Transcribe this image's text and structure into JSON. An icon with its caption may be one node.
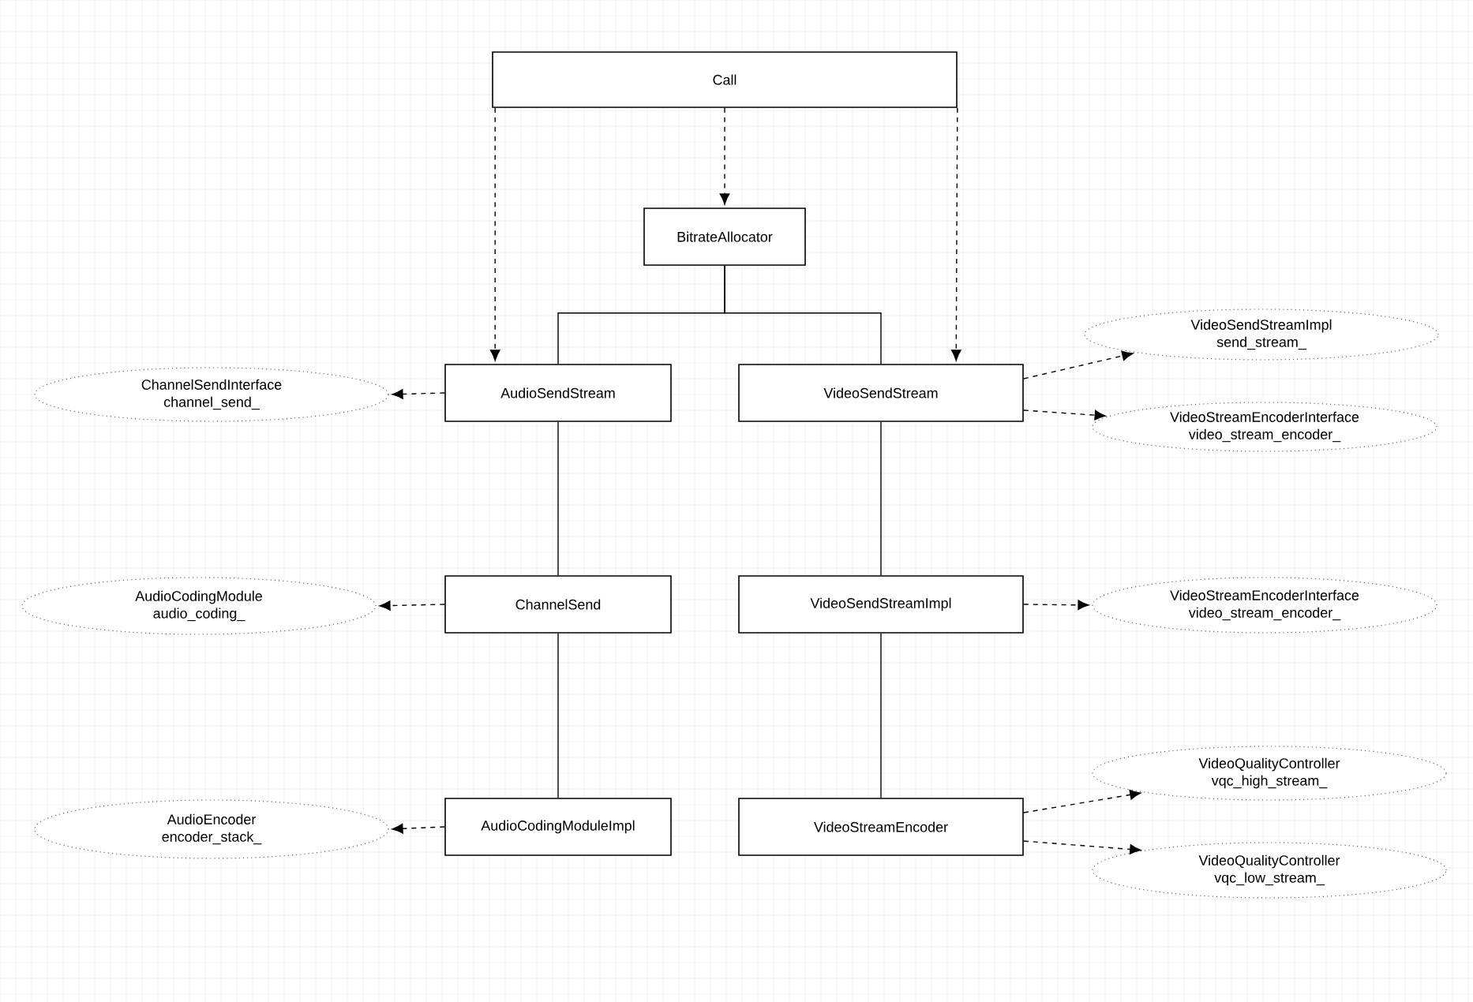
{
  "diagram": {
    "nodes": [
      {
        "text": [
          "Call"
        ]
      },
      {
        "text": [
          "BitrateAllocator"
        ]
      },
      {
        "text": [
          "VideoSendStreamImpl",
          "send_stream_"
        ]
      },
      {
        "text": [
          "ChannelSendInterface",
          "channel_send_"
        ]
      },
      {
        "text": [
          "AudioSendStream"
        ]
      },
      {
        "text": [
          "VideoSendStream"
        ]
      },
      {
        "text": [
          "VideoStreamEncoderInterface",
          "video_stream_encoder_"
        ]
      },
      {
        "text": [
          "AudioCodingModule",
          "audio_coding_"
        ]
      },
      {
        "text": [
          "ChannelSend"
        ]
      },
      {
        "text": [
          "VideoSendStreamImpl"
        ]
      },
      {
        "text": [
          "VideoStreamEncoderInterface",
          "video_stream_encoder_"
        ]
      },
      {
        "text": [
          "VideoQualityController",
          "vqc_high_stream_"
        ]
      },
      {
        "text": [
          "AudioEncoder",
          "encoder_stack_"
        ]
      },
      {
        "text": [
          "AudioCodingModuleImpl"
        ]
      },
      {
        "text": [
          "VideoStreamEncoder"
        ]
      },
      {
        "text": [
          "VideoQualityController",
          "vqc_low_stream_"
        ]
      }
    ],
    "edges": [
      {
        "from": 0,
        "to": 4,
        "arrow": "to",
        "style": "dashed"
      },
      {
        "from": 0,
        "to": 1,
        "arrow": "to",
        "style": "dashed"
      },
      {
        "from": 0,
        "to": 5,
        "arrow": "to",
        "style": "dashed"
      },
      {
        "from": 1,
        "to": 4,
        "arrow": "none"
      },
      {
        "from": 1,
        "to": 5,
        "arrow": "none"
      },
      {
        "from": 4,
        "to": 3,
        "arrow": "to",
        "style": "dashed"
      },
      {
        "from": 4,
        "to": 8,
        "arrow": "none"
      },
      {
        "from": 5,
        "to": 2,
        "arrow": "to",
        "style": "dashed"
      },
      {
        "from": 5,
        "to": 6,
        "arrow": "to",
        "style": "dashed"
      },
      {
        "from": 5,
        "to": 9,
        "arrow": "none"
      },
      {
        "from": 8,
        "to": 7,
        "arrow": "to",
        "style": "dashed"
      },
      {
        "from": 8,
        "to": 13,
        "arrow": "none"
      },
      {
        "from": 9,
        "to": 10,
        "arrow": "to",
        "style": "dashed"
      },
      {
        "from": 9,
        "to": 14,
        "arrow": "none"
      },
      {
        "from": 13,
        "to": 12,
        "arrow": "to",
        "style": "dashed"
      },
      {
        "from": 14,
        "to": 11,
        "arrow": "to",
        "style": "dashed"
      },
      {
        "from": 14,
        "to": 15,
        "arrow": "to",
        "style": "dashed"
      }
    ]
  }
}
